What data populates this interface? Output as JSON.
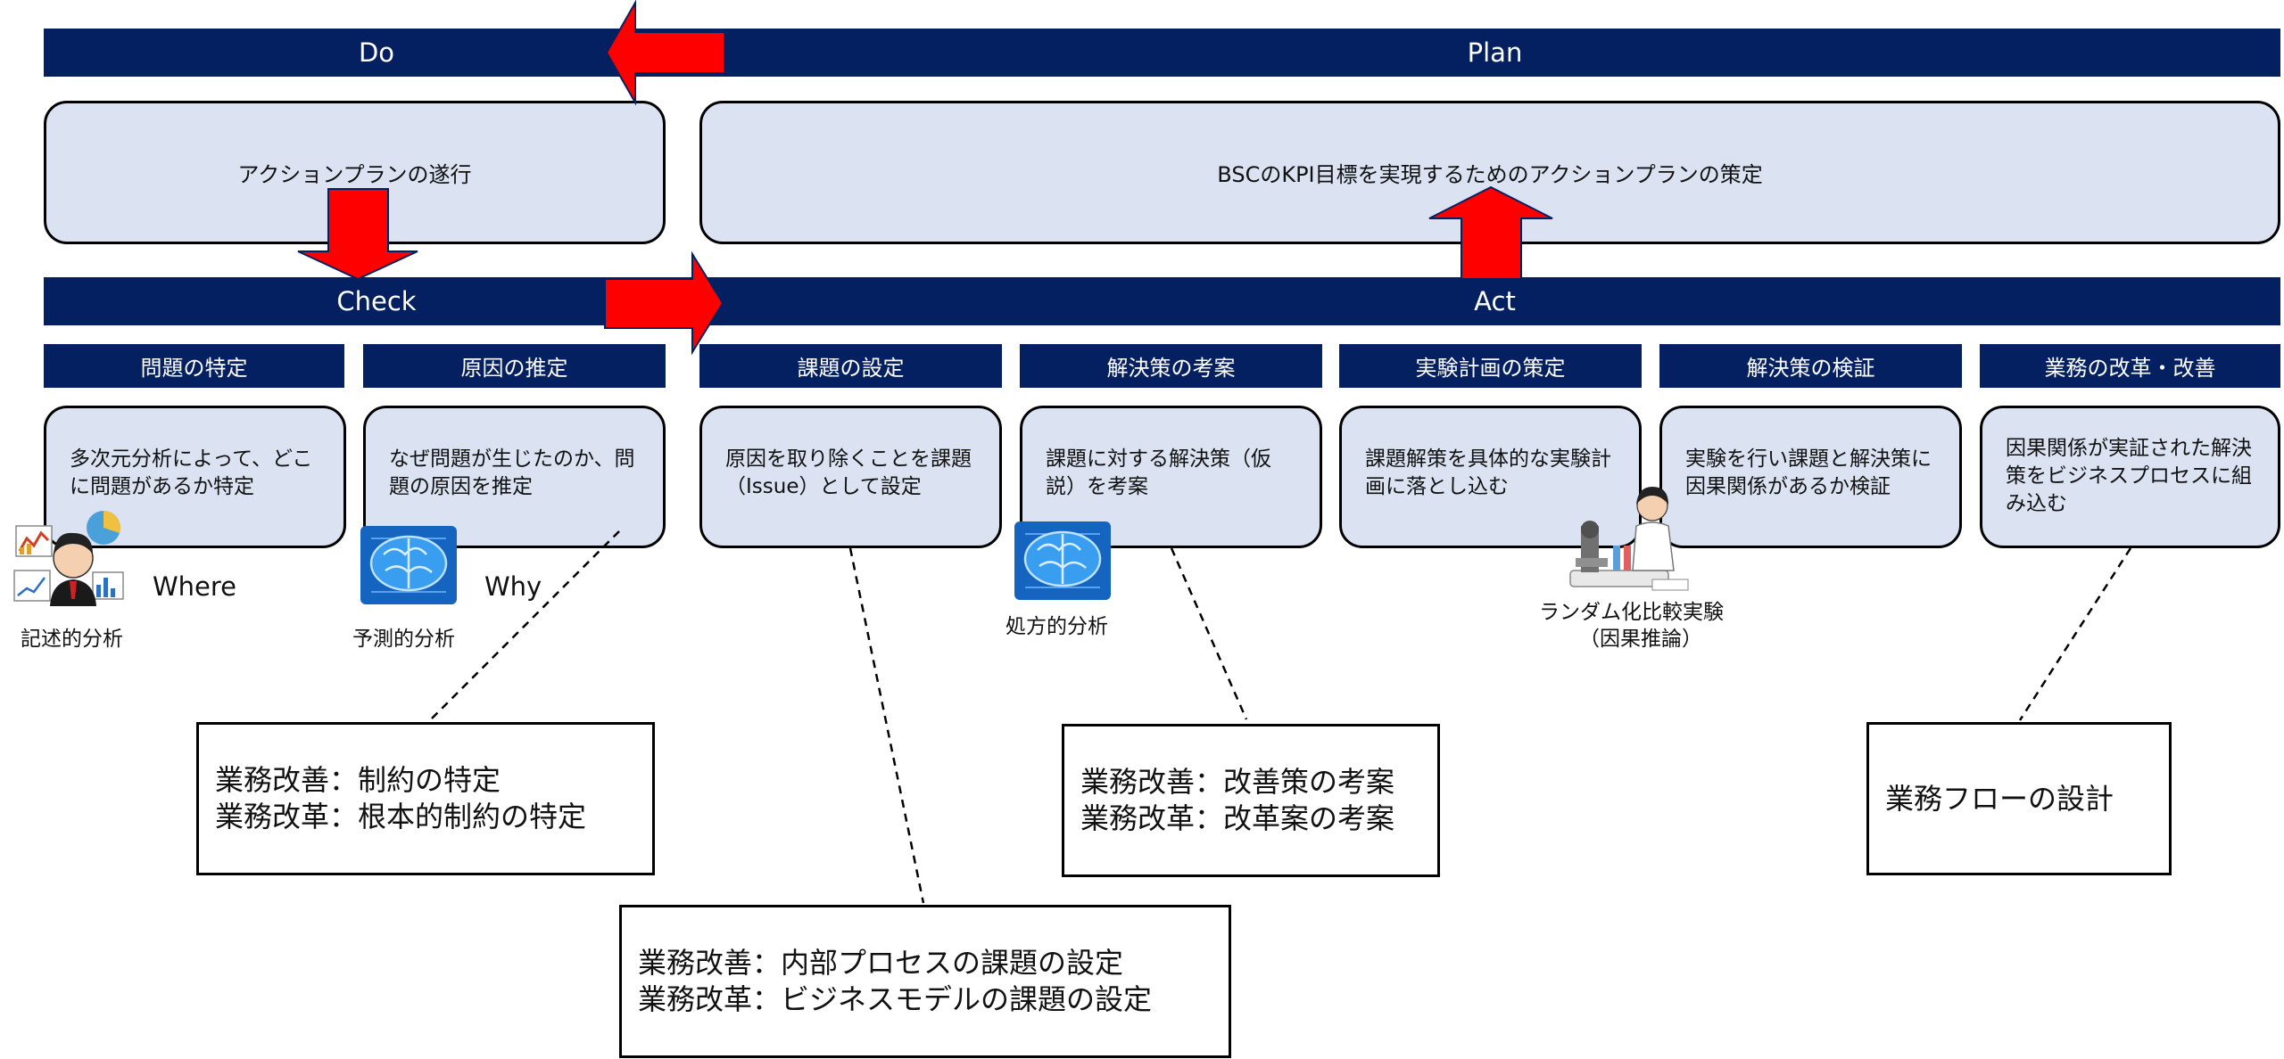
{
  "phases": {
    "do": "Do",
    "plan": "Plan",
    "check": "Check",
    "act": "Act"
  },
  "phase_boxes": {
    "do_text": "アクションプランの遂行",
    "plan_text": "BSCのKPI目標を実現するためのアクションプランの策定"
  },
  "steps": [
    {
      "title": "問題の特定",
      "text": "多次元分析によって、どこに問題があるか特定"
    },
    {
      "title": "原因の推定",
      "text": "なぜ問題が生じたのか、問題の原因を推定"
    },
    {
      "title": "課題の設定",
      "text": "原因を取り除くことを課題（Issue）として設定"
    },
    {
      "title": "解決策の考案",
      "text": "課題に対する解決策（仮説）を考案"
    },
    {
      "title": "実験計画の策定",
      "text": "課題解策を具体的な実験計画に落とし込む"
    },
    {
      "title": "解決策の検証",
      "text": "実験を行い課題と解決策に因果関係があるか検証"
    },
    {
      "title": "業務の改革・改善",
      "text": "因果関係が実証された解決策をビジネスプロセスに組み込む"
    }
  ],
  "analytics": {
    "descriptive": "記述的分析",
    "where": "Where",
    "predictive": "予測的分析",
    "why": "Why",
    "prescriptive": "処方的分析",
    "rct_line1": "ランダム化比較実験",
    "rct_line2": "（因果推論）"
  },
  "notes": {
    "constraint": "業務改善：制約の特定\n業務改革：根本的制約の特定",
    "issue": "業務改善：内部プロセスの課題の設定\n業務改革：ビジネスモデルの課題の設定",
    "solution": "業務改善：改善策の考案\n業務改革：改革案の考案",
    "flow": "業務フローの設計"
  },
  "colors": {
    "bar": "#052060",
    "box_fill": "#dbe3f3",
    "arrow": "#ff0000",
    "brain": "#2f8fe0"
  },
  "icons": [
    "arrow-left-icon",
    "arrow-down-icon",
    "arrow-right-icon",
    "arrow-up-icon",
    "analyst-icon",
    "brain-icon",
    "scientist-icon"
  ]
}
